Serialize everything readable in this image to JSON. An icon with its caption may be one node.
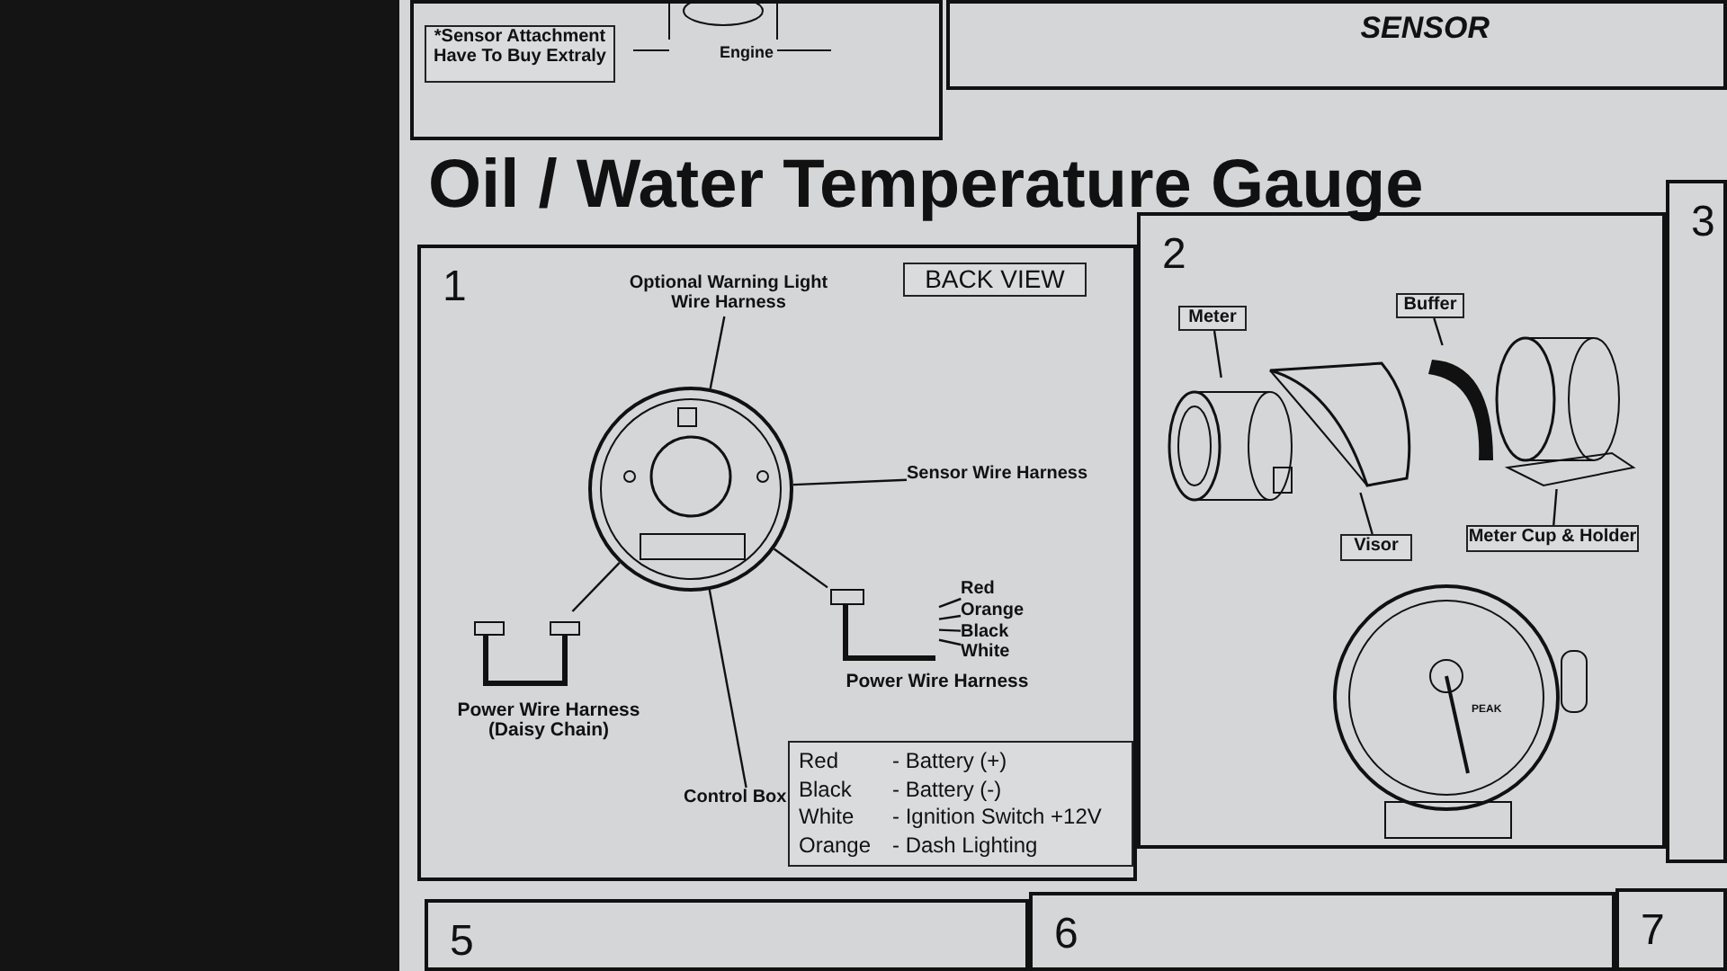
{
  "diagram": {
    "title": "Oil / Water Temperature Gauge",
    "nodes": [
      {
        "text": [],
        "shape": "box"
      },
      {
        "text": [
          "*Sensor Attachment Have To Buy Extraly"
        ],
        "in": 0
      },
      {
        "text": [
          "Engine"
        ],
        "in": 0
      },
      {
        "text": [
          "SENSOR"
        ]
      },
      {
        "text": [
          "1"
        ]
      },
      {
        "text": [
          "BACK VIEW"
        ],
        "in": 4
      },
      {
        "text": [
          "Optional Warning Light Wire Harness"
        ],
        "in": 4
      },
      {
        "text": [],
        "shape": "picture",
        "in": 4
      },
      {
        "text": [
          "Sensor Wire Harness"
        ],
        "in": 4
      },
      {
        "text": [],
        "shape": "picture",
        "in": 4,
        "beside": [
          "Power Wire Harness (Daisy Chain)"
        ]
      },
      {
        "text": [],
        "shape": "picture",
        "in": 4,
        "beside": [
          "Power Wire Harness"
        ]
      },
      {
        "text": [
          "Red"
        ],
        "in": 4
      },
      {
        "text": [
          "Orange"
        ],
        "in": 4
      },
      {
        "text": [
          "Black"
        ],
        "in": 4
      },
      {
        "text": [
          "White"
        ],
        "in": 4
      },
      {
        "text": [
          "Control Box"
        ],
        "in": 4
      },
      {
        "text": [
          "Red",
          "- Battery (+)",
          "Black",
          "- Battery (-)",
          "White",
          "- Ignition Switch +12V",
          "Orange",
          "- Dash Lighting"
        ],
        "in": 4
      },
      {
        "text": [
          "2"
        ]
      },
      {
        "text": [
          "Meter"
        ],
        "in": 17
      },
      {
        "text": [
          "Buffer"
        ],
        "in": 17
      },
      {
        "text": [],
        "shape": "picture",
        "in": 17
      },
      {
        "text": [],
        "shape": "picture",
        "in": 17
      },
      {
        "text": [],
        "shape": "picture",
        "in": 17
      },
      {
        "text": [],
        "shape": "picture",
        "in": 17
      },
      {
        "text": [
          "Visor"
        ],
        "in": 17
      },
      {
        "text": [
          "Meter Cup & Holder"
        ],
        "in": 17
      },
      {
        "text": [],
        "shape": "picture",
        "in": 17
      },
      {
        "text": [
          "3"
        ]
      },
      {
        "text": [
          "5"
        ]
      },
      {
        "text": [
          "6"
        ]
      },
      {
        "text": [
          "7"
        ]
      }
    ],
    "edges": [
      {
        "from": 6,
        "to": 7,
        "arrow": "none"
      },
      {
        "from": 8,
        "to": 7,
        "arrow": "none"
      },
      {
        "from": 15,
        "to": 7,
        "arrow": "none"
      },
      {
        "from": 7,
        "to": 9,
        "arrow": "none"
      },
      {
        "from": 7,
        "to": 10,
        "arrow": "none"
      },
      {
        "from": 10,
        "to": 11,
        "arrow": "none"
      },
      {
        "from": 10,
        "to": 12,
        "arrow": "none"
      },
      {
        "from": 10,
        "to": 13,
        "arrow": "none"
      },
      {
        "from": 10,
        "to": 14,
        "arrow": "none"
      },
      {
        "from": 18,
        "to": 20,
        "arrow": "none"
      },
      {
        "from": 19,
        "to": 22,
        "arrow": "none"
      },
      {
        "from": 24,
        "to": 21,
        "arrow": "none"
      },
      {
        "from": 25,
        "to": 23,
        "arrow": "none"
      }
    ],
    "labels": [
      "PEAK"
    ]
  }
}
